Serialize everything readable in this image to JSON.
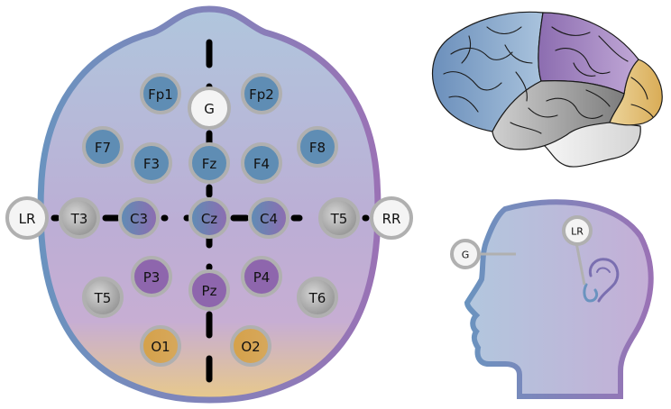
{
  "diagram": {
    "title": "EEG 10-20 electrode placement",
    "colors": {
      "frontal": "#5f8db4",
      "central_left": "#5f8db4",
      "central_right": "#8d6fb3",
      "parietal": "#8e66ad",
      "temporal": "#9a9a9a",
      "occipital": "#d4a24c",
      "reference": "#f4f4f4",
      "ring": "#b0b0b0",
      "head_outline_left": "#6a93bf",
      "head_outline_right": "#9a72b5"
    },
    "top_view": {
      "electrodes": [
        {
          "id": "Fp1",
          "label": "Fp1",
          "region": "frontal"
        },
        {
          "id": "Fp2",
          "label": "Fp2",
          "region": "frontal"
        },
        {
          "id": "G",
          "label": "G",
          "region": "reference"
        },
        {
          "id": "F7",
          "label": "F7",
          "region": "frontal"
        },
        {
          "id": "F3",
          "label": "F3",
          "region": "frontal"
        },
        {
          "id": "Fz",
          "label": "Fz",
          "region": "frontal"
        },
        {
          "id": "F4",
          "label": "F4",
          "region": "frontal"
        },
        {
          "id": "F8",
          "label": "F8",
          "region": "frontal"
        },
        {
          "id": "LR",
          "label": "LR",
          "region": "reference"
        },
        {
          "id": "T3",
          "label": "T3",
          "region": "temporal"
        },
        {
          "id": "C3",
          "label": "C3",
          "region": "central"
        },
        {
          "id": "Cz",
          "label": "Cz",
          "region": "central"
        },
        {
          "id": "C4",
          "label": "C4",
          "region": "central"
        },
        {
          "id": "T5r",
          "label": "T5",
          "region": "temporal"
        },
        {
          "id": "RR",
          "label": "RR",
          "region": "reference"
        },
        {
          "id": "P3",
          "label": "P3",
          "region": "parietal"
        },
        {
          "id": "Pz",
          "label": "Pz",
          "region": "parietal"
        },
        {
          "id": "P4",
          "label": "P4",
          "region": "parietal"
        },
        {
          "id": "T5",
          "label": "T5",
          "region": "temporal"
        },
        {
          "id": "T6",
          "label": "T6",
          "region": "temporal"
        },
        {
          "id": "O1",
          "label": "O1",
          "region": "occipital"
        },
        {
          "id": "O2",
          "label": "O2",
          "region": "occipital"
        }
      ]
    },
    "brain": {
      "lobes": [
        {
          "name": "frontal",
          "color": "#7f9fc4"
        },
        {
          "name": "parietal",
          "color": "#a58cc4"
        },
        {
          "name": "temporal",
          "color": "#9e9e9e"
        },
        {
          "name": "occipital",
          "color": "#e2bf7a"
        },
        {
          "name": "cerebellum",
          "color": "#e4e4e4"
        }
      ]
    },
    "side_view": {
      "markers": [
        {
          "id": "G",
          "label": "G"
        },
        {
          "id": "LR",
          "label": "LR"
        }
      ]
    }
  }
}
